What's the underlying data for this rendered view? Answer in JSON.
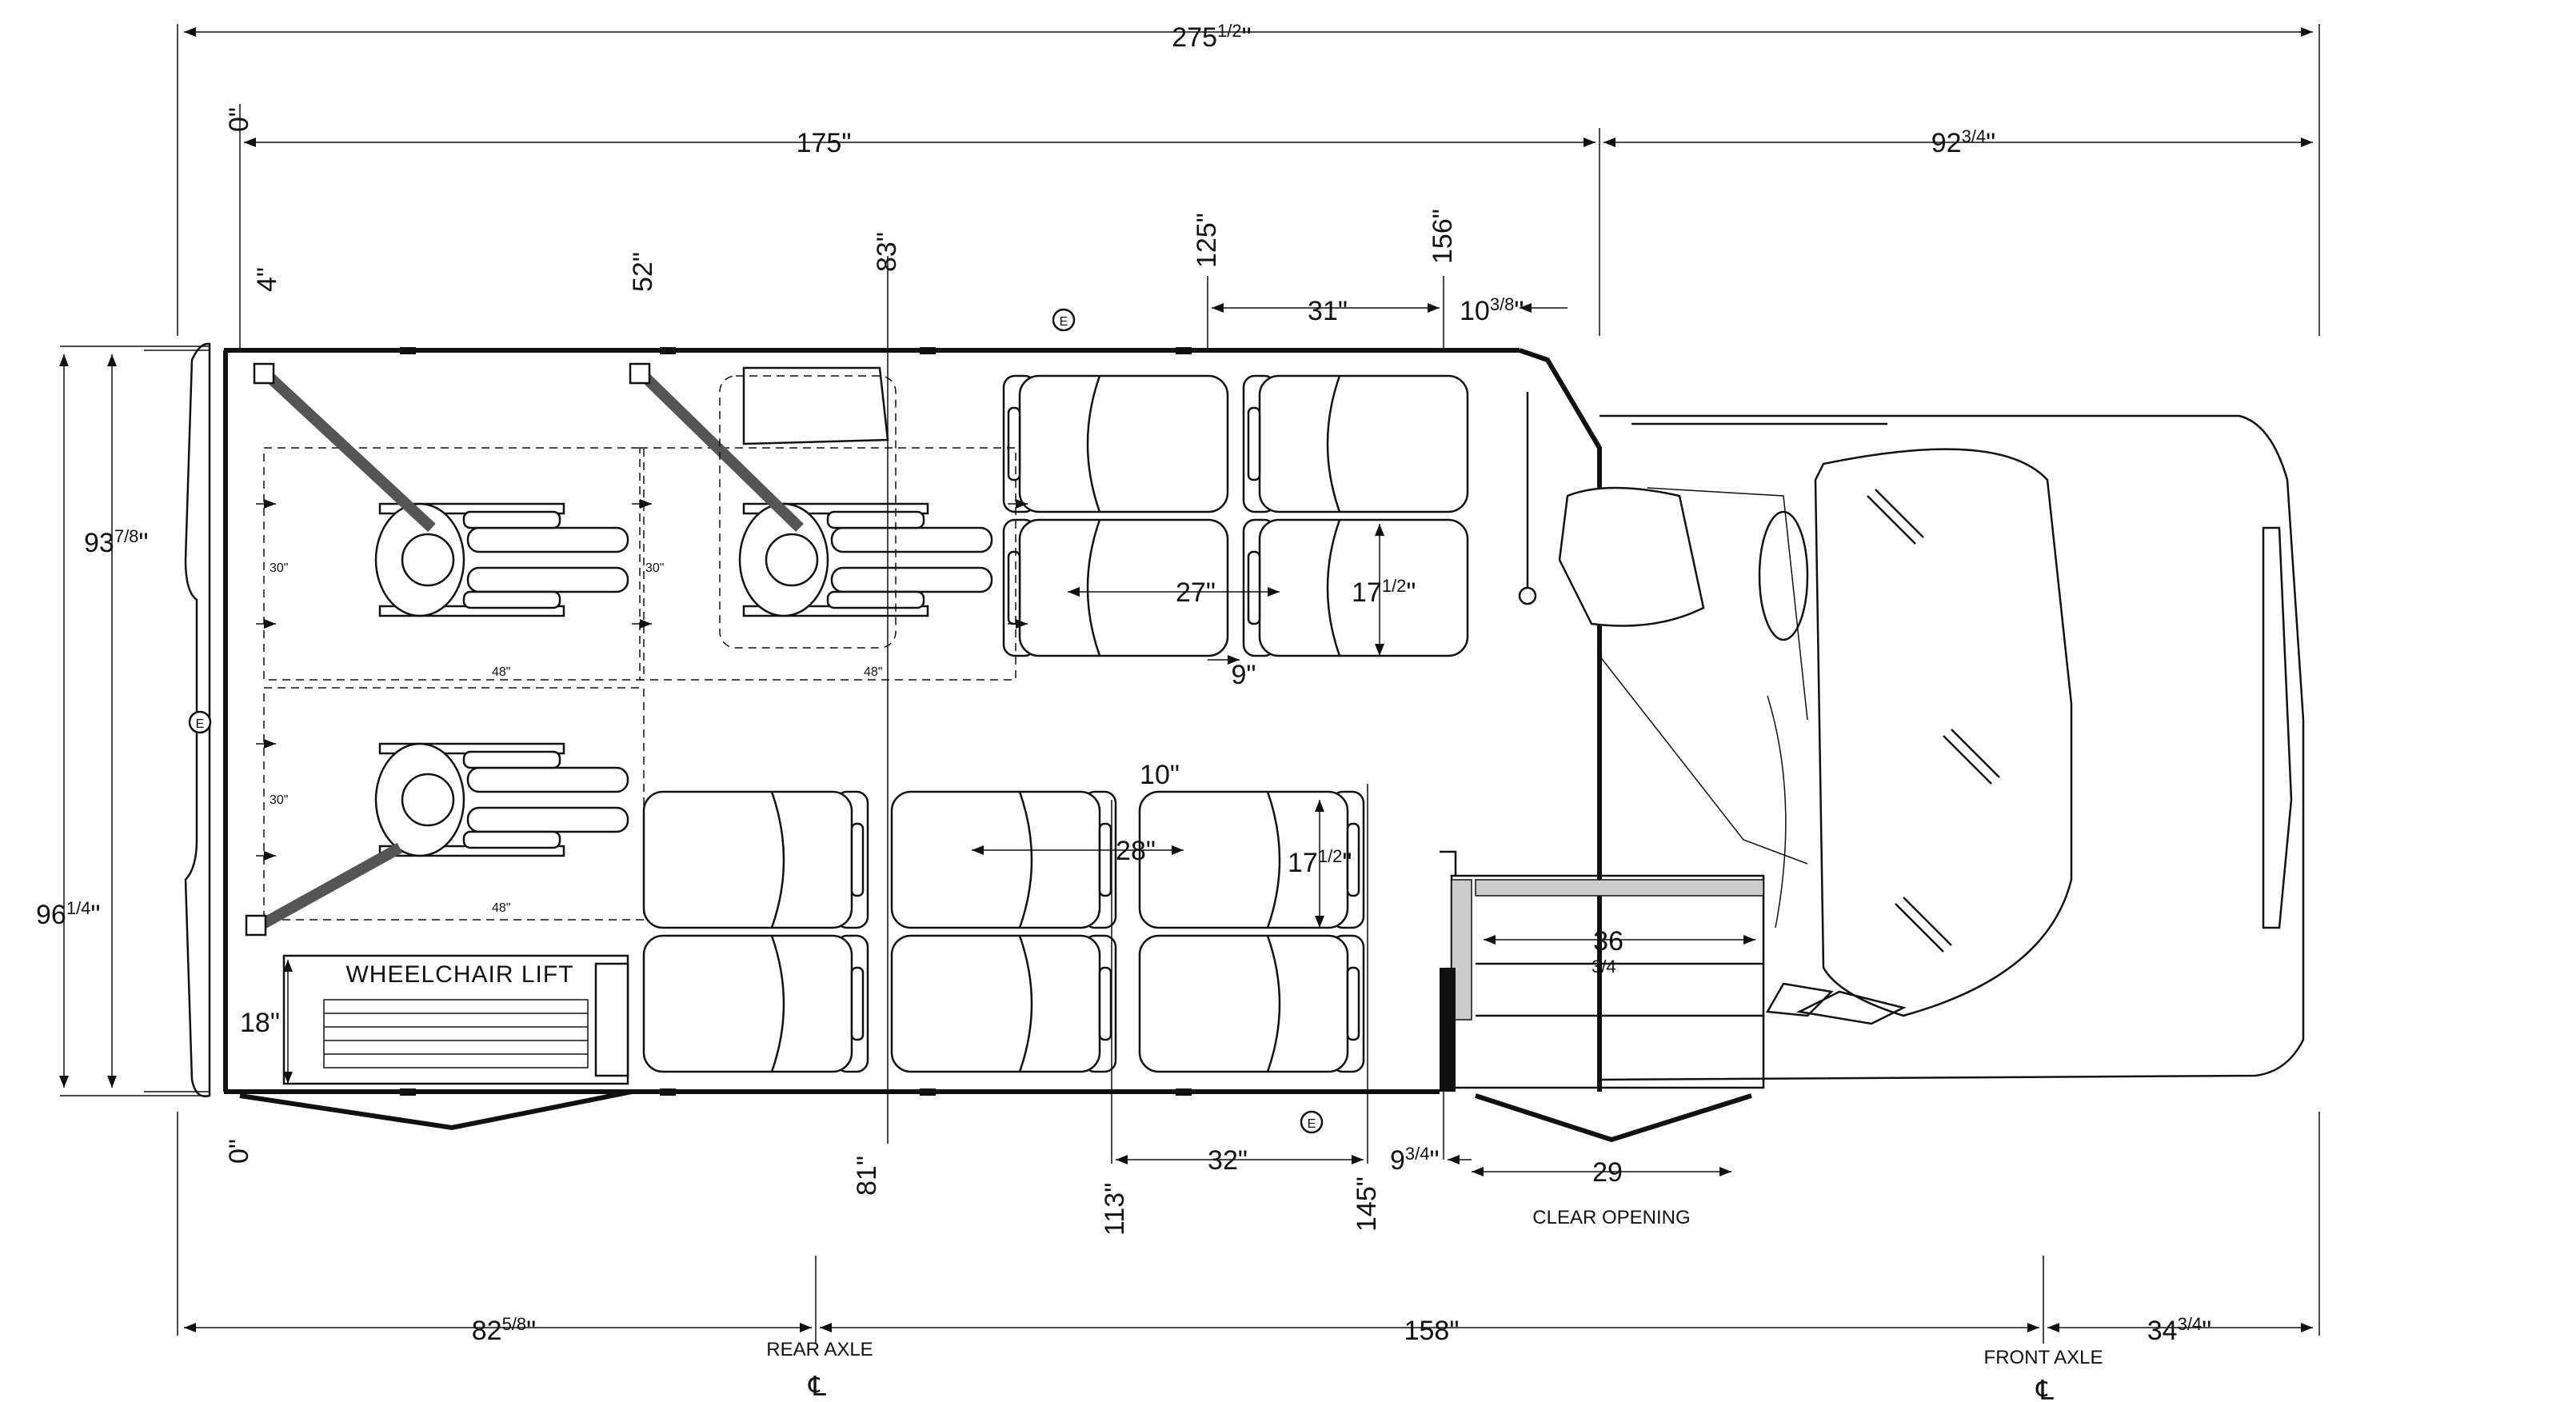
{
  "diagram": {
    "overall": {
      "length_total": "275",
      "length_total_frac": "1/2",
      "length_total_unit": "\"",
      "cab_length": "92",
      "cab_length_frac": "3/4",
      "cab_length_unit": "\"",
      "body_length": "175\"",
      "width_body": "93",
      "width_body_frac": "7/8",
      "width_body_unit": "\"",
      "width_total": "96",
      "width_total_frac": "1/4",
      "width_total_unit": "\""
    },
    "stations_top": {
      "zero": "0\"",
      "s4": "4\"",
      "s52": "52\"",
      "s83": "83\"",
      "s125": "125\"",
      "s156": "156\"",
      "gap31": "31\"",
      "gap10": "10",
      "gap10_frac": "3/8",
      "gap10_unit": "\""
    },
    "stations_bottom": {
      "zero": "0\"",
      "s81": "81\"",
      "s113": "113\"",
      "s145": "145\"",
      "gap32": "32\"",
      "gap9": "9",
      "gap9_frac": "3/4",
      "gap9_unit": "\""
    },
    "seat_dims": {
      "pitch_left": "27\"",
      "aisle_gap": "9\"",
      "seat_width_top": "17",
      "seat_width_top_frac": "1/2",
      "seat_width_top_unit": "\"",
      "pitch_right": "28\"",
      "aisle_gap_right": "10\"",
      "seat_width_bottom": "17",
      "seat_width_bottom_frac": "1/2",
      "seat_width_bottom_unit": "\""
    },
    "wheelchair": {
      "spacing": "30\"",
      "length": "48\"",
      "lift_label": "WHEELCHAIR LIFT",
      "lift_depth": "18\""
    },
    "door": {
      "step_width": "36",
      "step_width_frac": "3/4",
      "opening": "29",
      "opening_label": "CLEAR OPENING"
    },
    "axles": {
      "rear_overhang": "82",
      "rear_overhang_frac": "5/8",
      "rear_overhang_unit": "\"",
      "wheelbase": "158\"",
      "front_overhang": "34",
      "front_overhang_frac": "3/4",
      "front_overhang_unit": "\"",
      "rear_label": "REAR AXLE",
      "front_label": "FRONT AXLE",
      "centerline": "℄"
    },
    "emergency_exit": "E"
  }
}
